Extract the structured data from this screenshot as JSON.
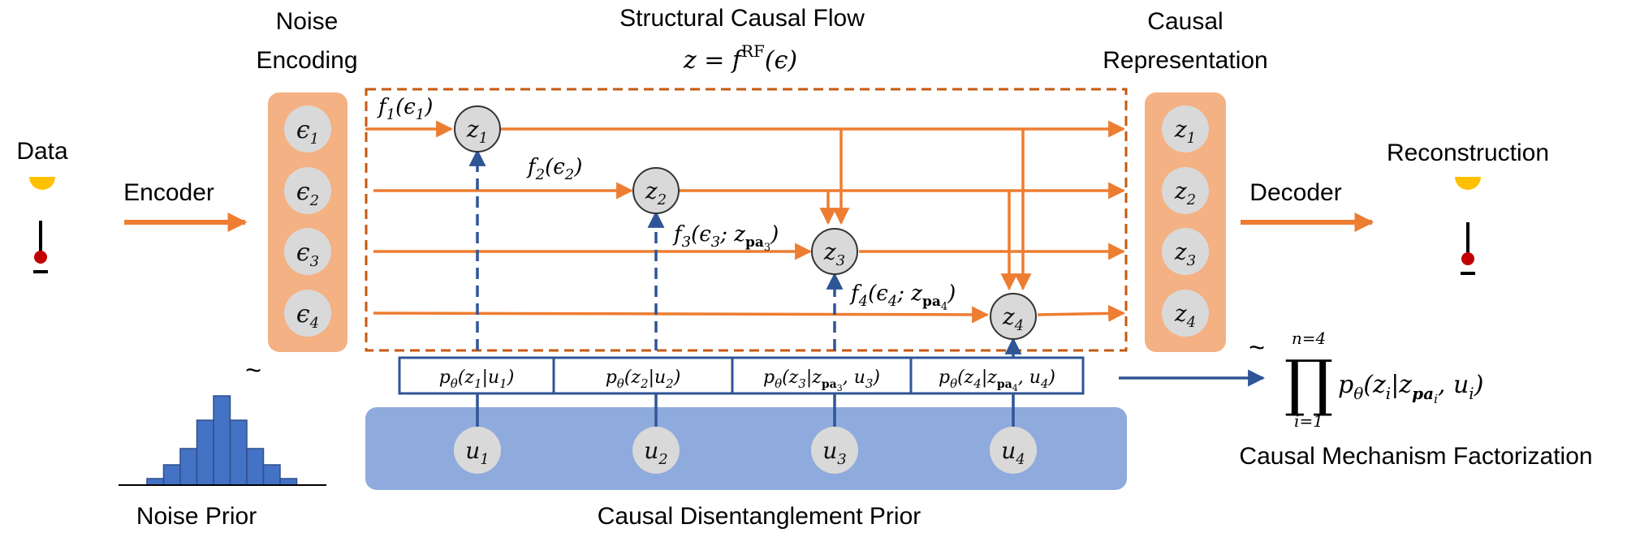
{
  "labels": {
    "data": "Data",
    "encoder": "Encoder",
    "noise_encoding_line1": "Noise",
    "noise_encoding_line2": "Encoding",
    "structural_causal_flow": "Structural Causal Flow",
    "flow_equation": "z = f^RF(ε)",
    "causal_representation_line1": "Causal",
    "causal_representation_line2": "Representation",
    "decoder": "Decoder",
    "reconstruction": "Reconstruction",
    "noise_prior": "Noise Prior",
    "causal_disentanglement_prior": "Causal Disentanglement Prior",
    "causal_mechanism_factorization": "Causal Mechanism Factorization",
    "tilde_noise": "~",
    "tilde_causal": "~"
  },
  "noise_nodes": [
    "ε1",
    "ε2",
    "ε3",
    "ε4"
  ],
  "latent_nodes": [
    "z1",
    "z2",
    "z3",
    "z4"
  ],
  "representation_nodes": [
    "z1",
    "z2",
    "z3",
    "z4"
  ],
  "prior_nodes": [
    "u1",
    "u2",
    "u3",
    "u4"
  ],
  "flow_functions": [
    "f1(ε1)",
    "f2(ε2)",
    "f3(ε3; zpa3)",
    "f4(ε4; zpa4)"
  ],
  "conditional_boxes": [
    "pθ(z1|u1)",
    "pθ(z2|u2)",
    "pθ(z3|zpa3, u3)",
    "pθ(z4|zpa4, u4)"
  ],
  "factorization_formula": "∏ from i=1 to n=4 of pθ(zi|zpai, ui)",
  "factorization_upper": "n=4",
  "factorization_lower": "i=1",
  "causal_edges": [
    {
      "from": "z1",
      "to": "z3"
    },
    {
      "from": "z2",
      "to": "z3"
    },
    {
      "from": "z1",
      "to": "z4"
    },
    {
      "from": "z2",
      "to": "z4"
    }
  ],
  "noise_prior_histogram": [
    8,
    25,
    45,
    80,
    110,
    80,
    45,
    25,
    8
  ],
  "colors": {
    "orange": "#ED7D31",
    "orange_fill": "#F4B183",
    "dashed_box": "#C55A11",
    "blue": "#2F5597",
    "blue_light": "#8FAADC",
    "hist_fill": "#4472C4",
    "node_gray": "#D9D9D9",
    "bulb_yellow": "#FFC000",
    "bulb_red": "#C00000"
  }
}
